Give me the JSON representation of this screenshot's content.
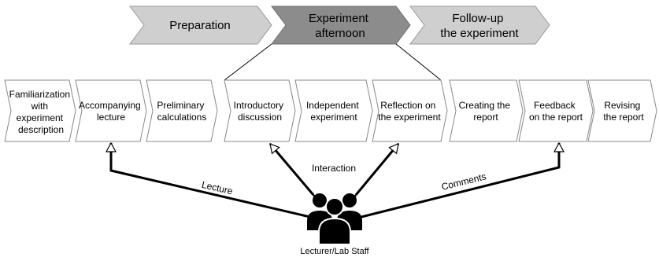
{
  "phases": [
    {
      "id": "preparation",
      "lines": [
        "Preparation"
      ],
      "fill": "#cfcfcf"
    },
    {
      "id": "experiment-afternoon",
      "lines": [
        "Experiment",
        "afternoon"
      ],
      "fill": "#8c8c8c"
    },
    {
      "id": "follow-up",
      "lines": [
        "Follow-up",
        "the experiment"
      ],
      "fill": "#cfcfcf"
    }
  ],
  "steps": [
    {
      "id": "familiarization",
      "lines": [
        "Familiarization",
        "with",
        "experiment",
        "description"
      ]
    },
    {
      "id": "accompanying-lecture",
      "lines": [
        "Accompanying",
        "lecture"
      ]
    },
    {
      "id": "preliminary-calculations",
      "lines": [
        "Preliminary",
        "calculations"
      ]
    },
    {
      "id": "introductory-discussion",
      "lines": [
        "Introductory",
        "discussion"
      ]
    },
    {
      "id": "independent-experiment",
      "lines": [
        "Independent",
        "experiment"
      ]
    },
    {
      "id": "reflection",
      "lines": [
        "Reflection on",
        "the experiment"
      ]
    },
    {
      "id": "creating-report",
      "lines": [
        "Creating the",
        "report"
      ]
    },
    {
      "id": "feedback-report",
      "lines": [
        "Feedback",
        "on the report"
      ]
    },
    {
      "id": "revising-report",
      "lines": [
        "Revising",
        "the report"
      ]
    }
  ],
  "connections": [
    {
      "id": "lecture",
      "label": "Lecture"
    },
    {
      "id": "interaction",
      "label": "Interaction"
    },
    {
      "id": "comments",
      "label": "Comments"
    }
  ],
  "actor": {
    "label": "Lecturer/Lab Staff",
    "icon": "people-group-icon"
  }
}
